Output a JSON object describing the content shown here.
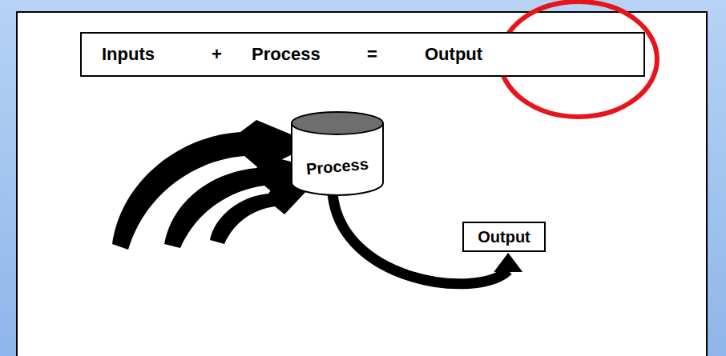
{
  "diagram": {
    "nodes": [
      {
        "text": [
          "Inputs",
          "+",
          "Process",
          "=",
          "Output"
        ]
      },
      {
        "text": [
          "Process"
        ]
      },
      {
        "text": [
          "Output"
        ]
      }
    ],
    "edges": [
      {
        "from": 1,
        "to": 2,
        "arrow": "to"
      }
    ]
  }
}
